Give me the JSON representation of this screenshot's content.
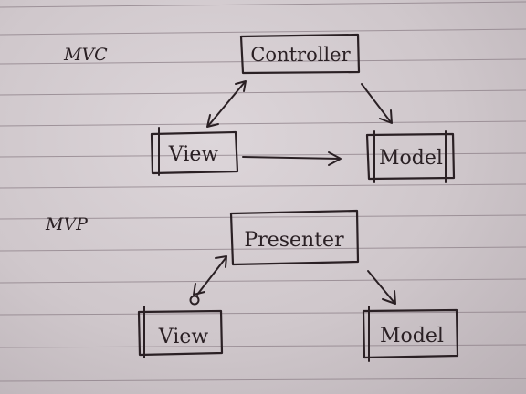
{
  "sections": [
    {
      "heading": "MVC",
      "nodes": {
        "top": "Controller",
        "left": "View",
        "right": "Model"
      }
    },
    {
      "heading": "MVP",
      "nodes": {
        "top": "Presenter",
        "left": "View",
        "right": "Model"
      }
    }
  ],
  "colors": {
    "ink": "#2a2024",
    "paper": "#d6cfd3",
    "rule": "#8c7f87"
  }
}
